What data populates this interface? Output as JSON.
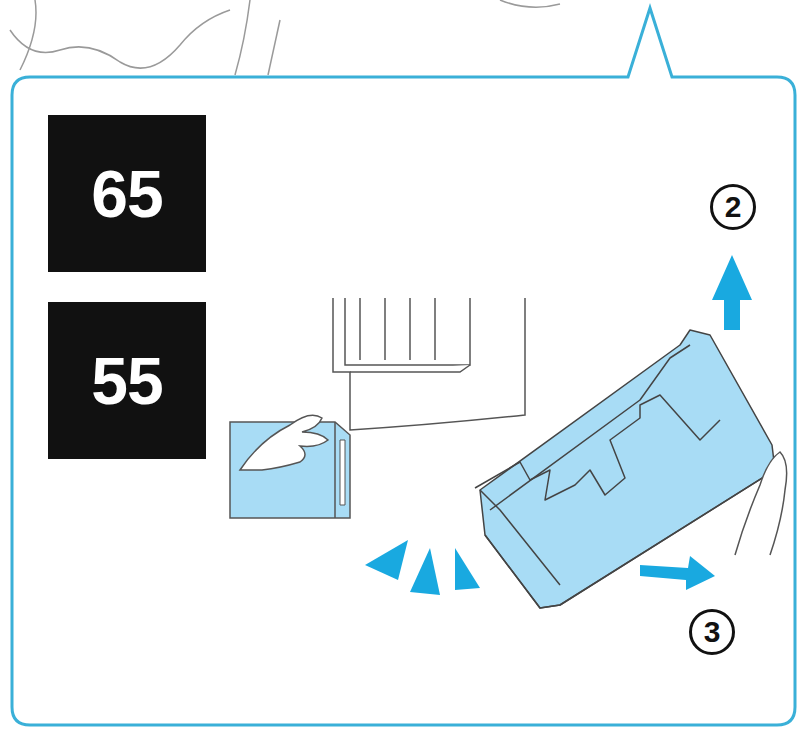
{
  "diagram": {
    "nodes": [
      {
        "text": [
          "65"
        ]
      },
      {
        "text": [
          "55"
        ]
      },
      {
        "text": [
          "2"
        ]
      },
      {
        "text": [
          "3"
        ]
      }
    ]
  }
}
